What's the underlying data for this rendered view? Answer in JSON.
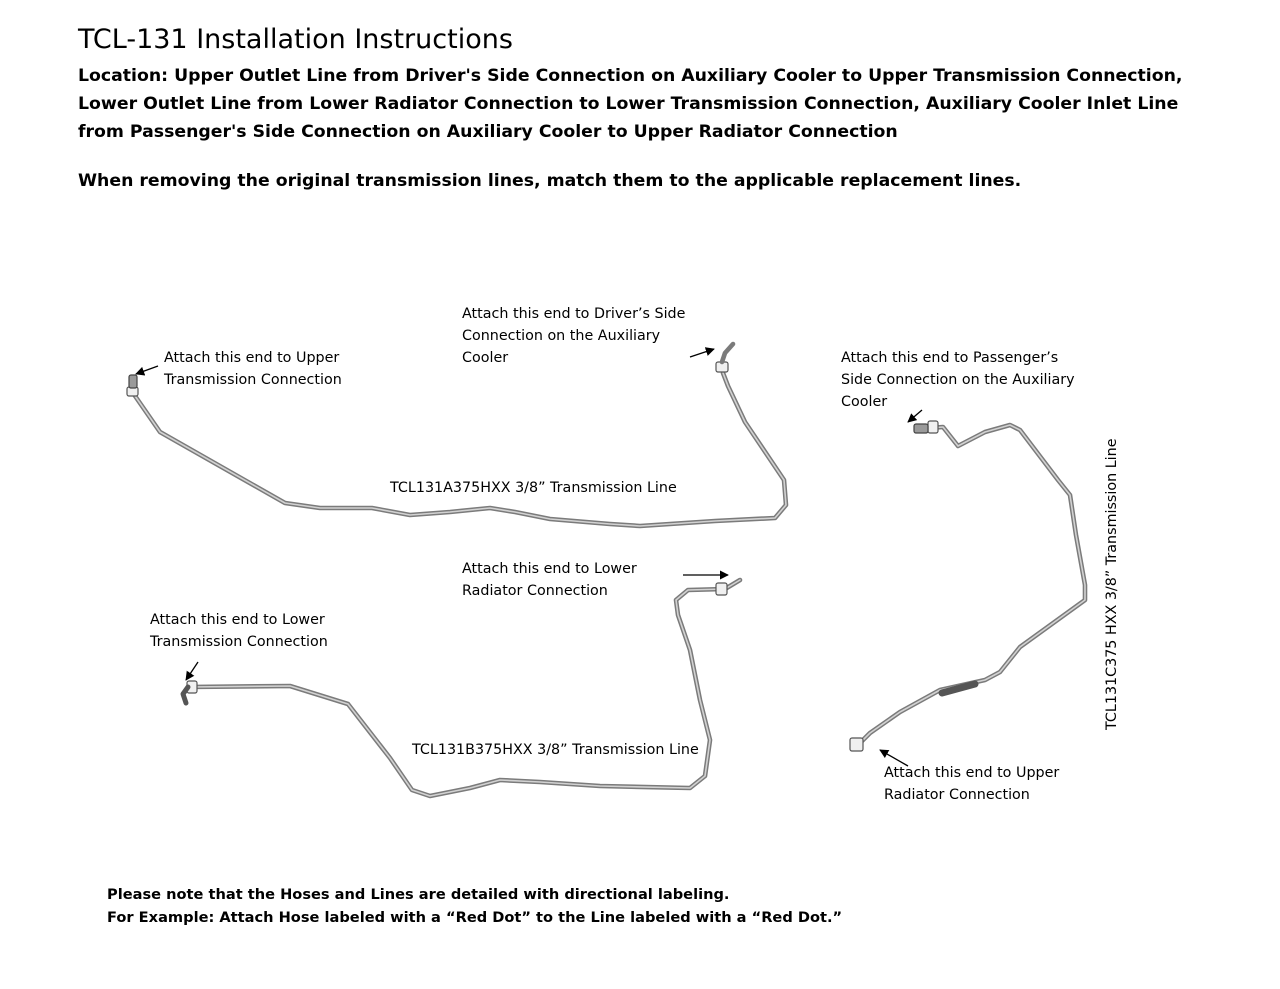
{
  "title": "TCL-131 Installation Instructions",
  "location": {
    "line1": "Location: Upper Outlet Line from Driver's Side Connection on Auxiliary Cooler to Upper Transmission Connection,",
    "line2": "Lower Outlet Line from Lower Radiator Connection to Lower Transmission Connection, Auxiliary Cooler Inlet Line",
    "line3": "from Passenger's Side Connection on Auxiliary Cooler to Upper Radiator Connection"
  },
  "instruction": "When removing the original transmission lines, match them to the applicable replacement lines.",
  "lines": {
    "a": {
      "part": "TCL131A375HXX 3/8” Transmission Line",
      "end1": [
        "Attach this end to Upper",
        "Transmission Connection"
      ],
      "end2": [
        "Attach this end to Driver’s Side",
        "Connection on the Auxiliary",
        "Cooler"
      ]
    },
    "b": {
      "part": "TCL131B375HXX 3/8” Transmission Line",
      "end1": [
        "Attach this end to Lower",
        "Transmission Connection"
      ],
      "end2": [
        "Attach this end to Lower",
        "Radiator Connection"
      ]
    },
    "c": {
      "part": "TCL131C375 HXX 3/8” Transmission Line",
      "end1": [
        "Attach this end to Passenger’s",
        "Side Connection on the Auxiliary",
        "Cooler"
      ],
      "end2": [
        "Attach this end to Upper",
        "Radiator Connection"
      ]
    }
  },
  "notes": {
    "line1": "Please note that the Hoses and Lines are detailed with directional labeling.",
    "line2": "For Example: Attach Hose labeled with a “Red Dot” to the Line labeled with a “Red Dot.”"
  },
  "colors": {
    "tube": "#7b7b7b",
    "text": "#000000",
    "background": "#ffffff"
  }
}
